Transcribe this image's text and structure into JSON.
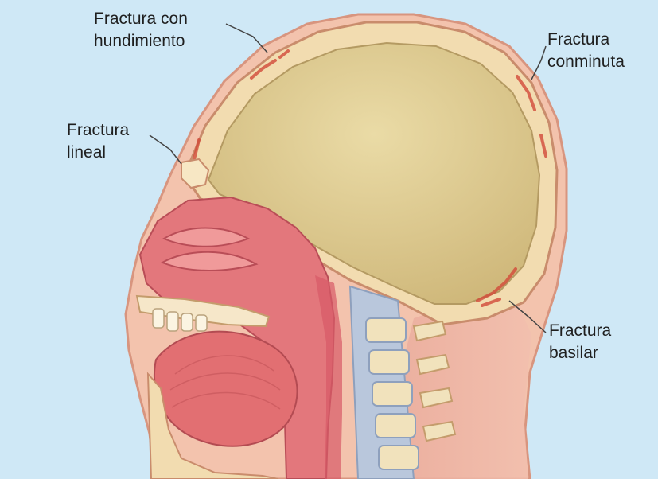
{
  "labels": {
    "depressed": {
      "line1": "Fractura con",
      "line2": "hundimiento"
    },
    "comminuted": {
      "line1": "Fractura",
      "line2": "conminuta"
    },
    "linear": {
      "line1": "Fractura",
      "line2": "lineal"
    },
    "basilar": {
      "line1": "Fractura",
      "line2": "basilar"
    }
  },
  "colors": {
    "background": "#cfe8f6",
    "skin": "#f3c3ad",
    "skull_bone": "#f2dcb0",
    "brain_cavity": "#dcc98b",
    "fracture_red": "#d24a3a",
    "airway_pink": "#e3777c",
    "spine": "#b9c7dc"
  }
}
